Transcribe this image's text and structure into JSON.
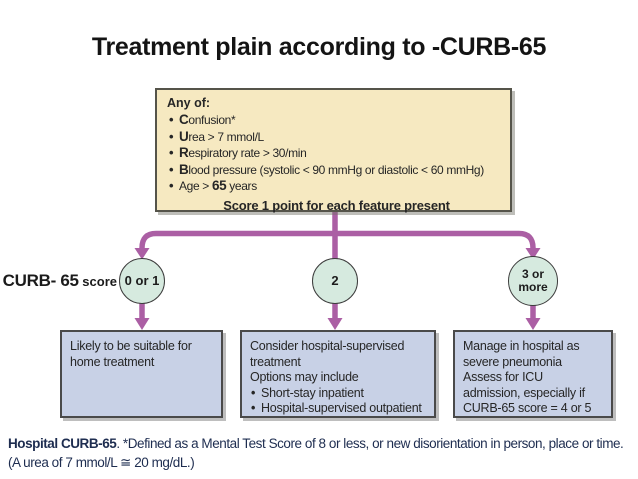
{
  "title": "Treatment plain according to -CURB-65",
  "criteria_box": {
    "header": "Any of:",
    "items": [
      {
        "pre": "",
        "bold": "C",
        "post": "onfusion*"
      },
      {
        "pre": "",
        "bold": "U",
        "post": "rea > 7 mmol/L"
      },
      {
        "pre": "",
        "bold": "R",
        "post": "espiratory rate > 30/min"
      },
      {
        "pre": "",
        "bold": "B",
        "post": "lood pressure (systolic < 90 mmHg or diastolic < 60 mmHg)"
      },
      {
        "pre": "Age > ",
        "bold": "65",
        "post": " years"
      }
    ],
    "footer": "Score 1 point for each feature present"
  },
  "score_label": {
    "main": "CURB- 65",
    "sub": " score"
  },
  "score_circles": [
    {
      "label": "0 or 1"
    },
    {
      "label": "2"
    },
    {
      "label": "3 or",
      "label2": "more"
    }
  ],
  "outcome_boxes": [
    {
      "text": "Likely to be suitable for home treatment"
    },
    {
      "intro": "Consider hospital-supervised treatment",
      "subintro": "Options may include",
      "bullets": [
        "Short-stay inpatient",
        "Hospital-supervised outpatient"
      ]
    },
    {
      "line1": "Manage in hospital as severe pneumonia",
      "line2": "Assess for ICU admission, especially if CURB-65 score = 4 or 5"
    }
  ],
  "caption": {
    "bold": "Hospital CURB-65",
    "rest": ". *Defined as a Mental Test Score of 8 or less, or new disorientation in person, place or time. (A urea of 7 mmol/L ≅ 20 mg/dL.)"
  },
  "colors": {
    "arrow": "#AB5FA4",
    "criteria_fill": "#F6E9C1",
    "criteria_border": "#55544A",
    "outcome_fill": "#C8D1E6",
    "outcome_border": "#4A4A4A",
    "circle_fill": "#D6EADF",
    "circle_border": "#3C3C3C",
    "caption_color": "#1E2D50",
    "title_color": "#141414"
  }
}
